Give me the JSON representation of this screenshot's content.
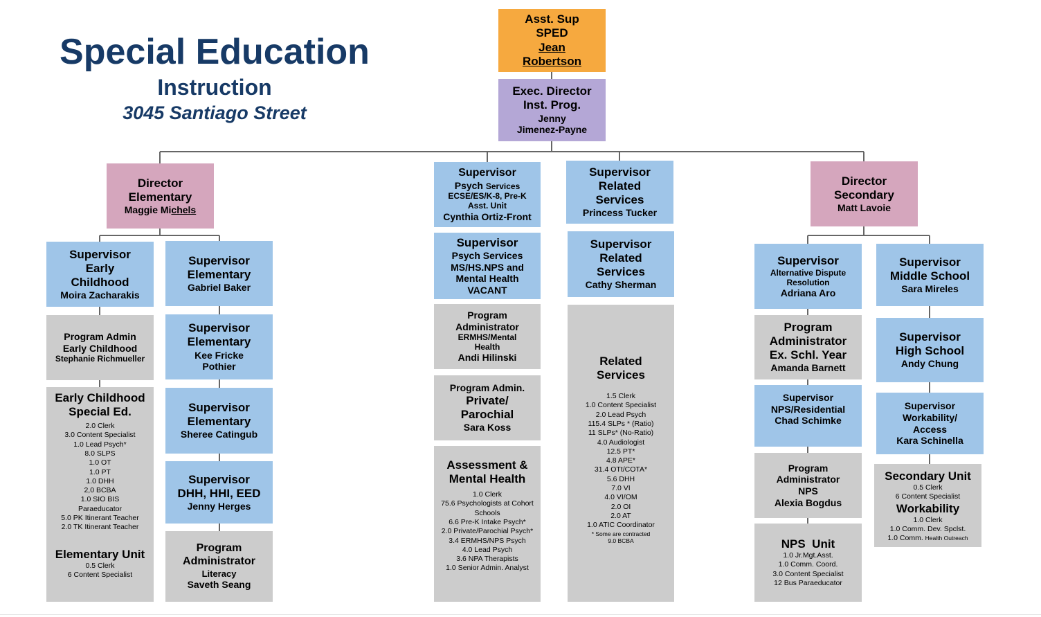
{
  "title": {
    "main": "Special Education",
    "sub": "Instruction",
    "address": "3045 Santiago Street"
  },
  "colors": {
    "title": "#173a66",
    "orange": "#f6a93f",
    "purple": "#b4a7d6",
    "pink": "#d5a6bd",
    "blue": "#9fc5e8",
    "gray": "#cccccc",
    "connector": "#666666"
  },
  "asst_sup": {
    "line1": "Asst. Sup",
    "line2": "SPED",
    "name1": "Jean",
    "name2": "Robertson"
  },
  "exec_director": {
    "line1": "Exec. Director",
    "line2": "Inst. Prog.",
    "name1": "Jenny",
    "name2": "Jimenez-Payne"
  },
  "dir_elementary": {
    "line1": "Director",
    "line2": "Elementary",
    "name_a": "Maggie Mi",
    "name_b": "chels"
  },
  "sup_psych": {
    "line1": "Supervisor",
    "line2a": "Psych ",
    "line2b": "Services",
    "line3": "ECSE/ES/K-8, Pre-K",
    "line4": "Asst. Unit",
    "name": "Cynthia Ortiz-Front"
  },
  "sup_related1": {
    "line1": "Supervisor",
    "line2": "Related",
    "line3": "Services",
    "name": "Princess Tucker"
  },
  "dir_secondary": {
    "line1": "Director",
    "line2": "Secondary",
    "name": "Matt Lavoie"
  },
  "sup_early": {
    "line1": "Supervisor",
    "line2": "Early",
    "line3": "Childhood",
    "name": "Moira Zacharakis"
  },
  "pa_early": {
    "line1": "Program Admin",
    "line2": "Early Childhood",
    "name": "Stephanie Richmueller"
  },
  "ec_unit": {
    "heading1": "Early Childhood",
    "heading2": "Special Ed.",
    "items": [
      "2.0 Clerk",
      "3.0 Content Specialist",
      "1.0 Lead Psych*",
      "8.0 SLPS",
      "1.0 OT",
      "1.0 PT",
      "1.0 DHH",
      "2,0 BCBA",
      "1.0 SIO BIS",
      "Paraeducator",
      "5.0 PK Itinerant Teacher",
      "2.0 TK Itinerant Teacher"
    ],
    "heading3": "Elementary Unit",
    "items2": [
      "0.5 Clerk",
      "6 Content Specialist"
    ]
  },
  "sup_elem_baker": {
    "line1": "Supervisor",
    "line2": "Elementary",
    "name": "Gabriel Baker"
  },
  "sup_elem_fricke": {
    "line1": "Supervisor",
    "line2": "Elementary",
    "name1": "Kee Fricke",
    "name2": "Pothier"
  },
  "sup_elem_catingub": {
    "line1": "Supervisor",
    "line2": "Elementary",
    "name": "Sheree Catingub"
  },
  "sup_dhh": {
    "line1": "Supervisor",
    "line2": "DHH, HHI, EED",
    "name": "Jenny Herges"
  },
  "pa_literacy": {
    "line1": "Program",
    "line2": "Administrator",
    "line3": "Literacy",
    "name": "Saveth Seang"
  },
  "sup_psych_ms": {
    "line1": "Supervisor",
    "line2": "Psych Services",
    "line3": "MS/HS.NPS and",
    "line4": "Mental Health",
    "name": "VACANT"
  },
  "pa_ermhs": {
    "line1": "Program",
    "line2": "Administrator",
    "line3": "ERMHS/Mental",
    "line4": "Health",
    "name": "Andi Hilinski"
  },
  "pa_private": {
    "line1": "Program Admin.",
    "line2": "Private/",
    "line3": "Parochial",
    "name": "Sara Koss"
  },
  "assessment": {
    "heading1": "Assessment &",
    "heading2": "Mental Health",
    "items": [
      "1.0 Clerk",
      "75.6 Psychologists at Cohort",
      "Schools",
      "6.6 Pre-K Intake Psych*",
      "2.0 Private/Parochial Psych*",
      "3.4 ERMHS/NPS Psych",
      "4.0 Lead Psych",
      "3.6 NPA Therapists",
      "1.0 Senior Admin. Analyst"
    ]
  },
  "sup_related2": {
    "line1": "Supervisor",
    "line2": "Related",
    "line3": "Services",
    "name": "Cathy Sherman"
  },
  "related_unit": {
    "heading1": "Related",
    "heading2": "Services",
    "items": [
      "1.5 Clerk",
      "1.0 Content Specialist",
      "2.0 Lead Psych",
      "115.4 SLPs * (Ratio)",
      "11 SLPs* (No-Ratio)",
      "4.0 Audiologist",
      "12.5 PT*",
      "4.8 APE*",
      "31.4 OTt/COTA*",
      "5.6 DHH",
      "7.0 VI",
      "4.0 VI/OM",
      "2.0 OI",
      "2.0 AT",
      "1.0 ATIC Coordinator"
    ],
    "note1": "* Some are contracted",
    "note2": "9.0 BCBA"
  },
  "sup_adr": {
    "line1": "Supervisor",
    "line2": "Alternative Dispute",
    "line3": "Resolution",
    "name": "Adriana Aro"
  },
  "pa_exschl": {
    "line1": "Program",
    "line2": "Administrator",
    "line3": "Ex. Schl. Year",
    "name": "Amanda Barnett"
  },
  "sup_nps": {
    "line1": "Supervisor",
    "line2": "NPS/Residential",
    "name": "Chad Schimke"
  },
  "pa_nps": {
    "line1": "Program",
    "line2": "Administrator",
    "line3": "NPS",
    "name": "Alexia Bogdus"
  },
  "nps_unit": {
    "heading": "NPS  Unit",
    "items": [
      "1.0 Jr.Mgt.Asst.",
      "1.0 Comm. Coord.",
      "3.0 Content Specialist",
      "12 Bus Paraeducator"
    ]
  },
  "sup_middle": {
    "line1": "Supervisor",
    "line2": "Middle School",
    "name": "Sara Mireles"
  },
  "sup_high": {
    "line1": "Supervisor",
    "line2": "High School",
    "name": "Andy Chung"
  },
  "sup_workability": {
    "line1": "Supervisor",
    "line2": "Workability/",
    "line3": "Access",
    "name": "Kara Schinella"
  },
  "secondary_unit": {
    "heading1": "Secondary Unit",
    "items1": [
      "0.5 Clerk",
      "6 Content Specialist"
    ],
    "heading2": "Workability",
    "items2": [
      "1.0 Clerk",
      "1.0 Comm. Dev. Spclst."
    ],
    "last_a": "1.0 Comm. ",
    "last_b": "Health Outreach"
  }
}
